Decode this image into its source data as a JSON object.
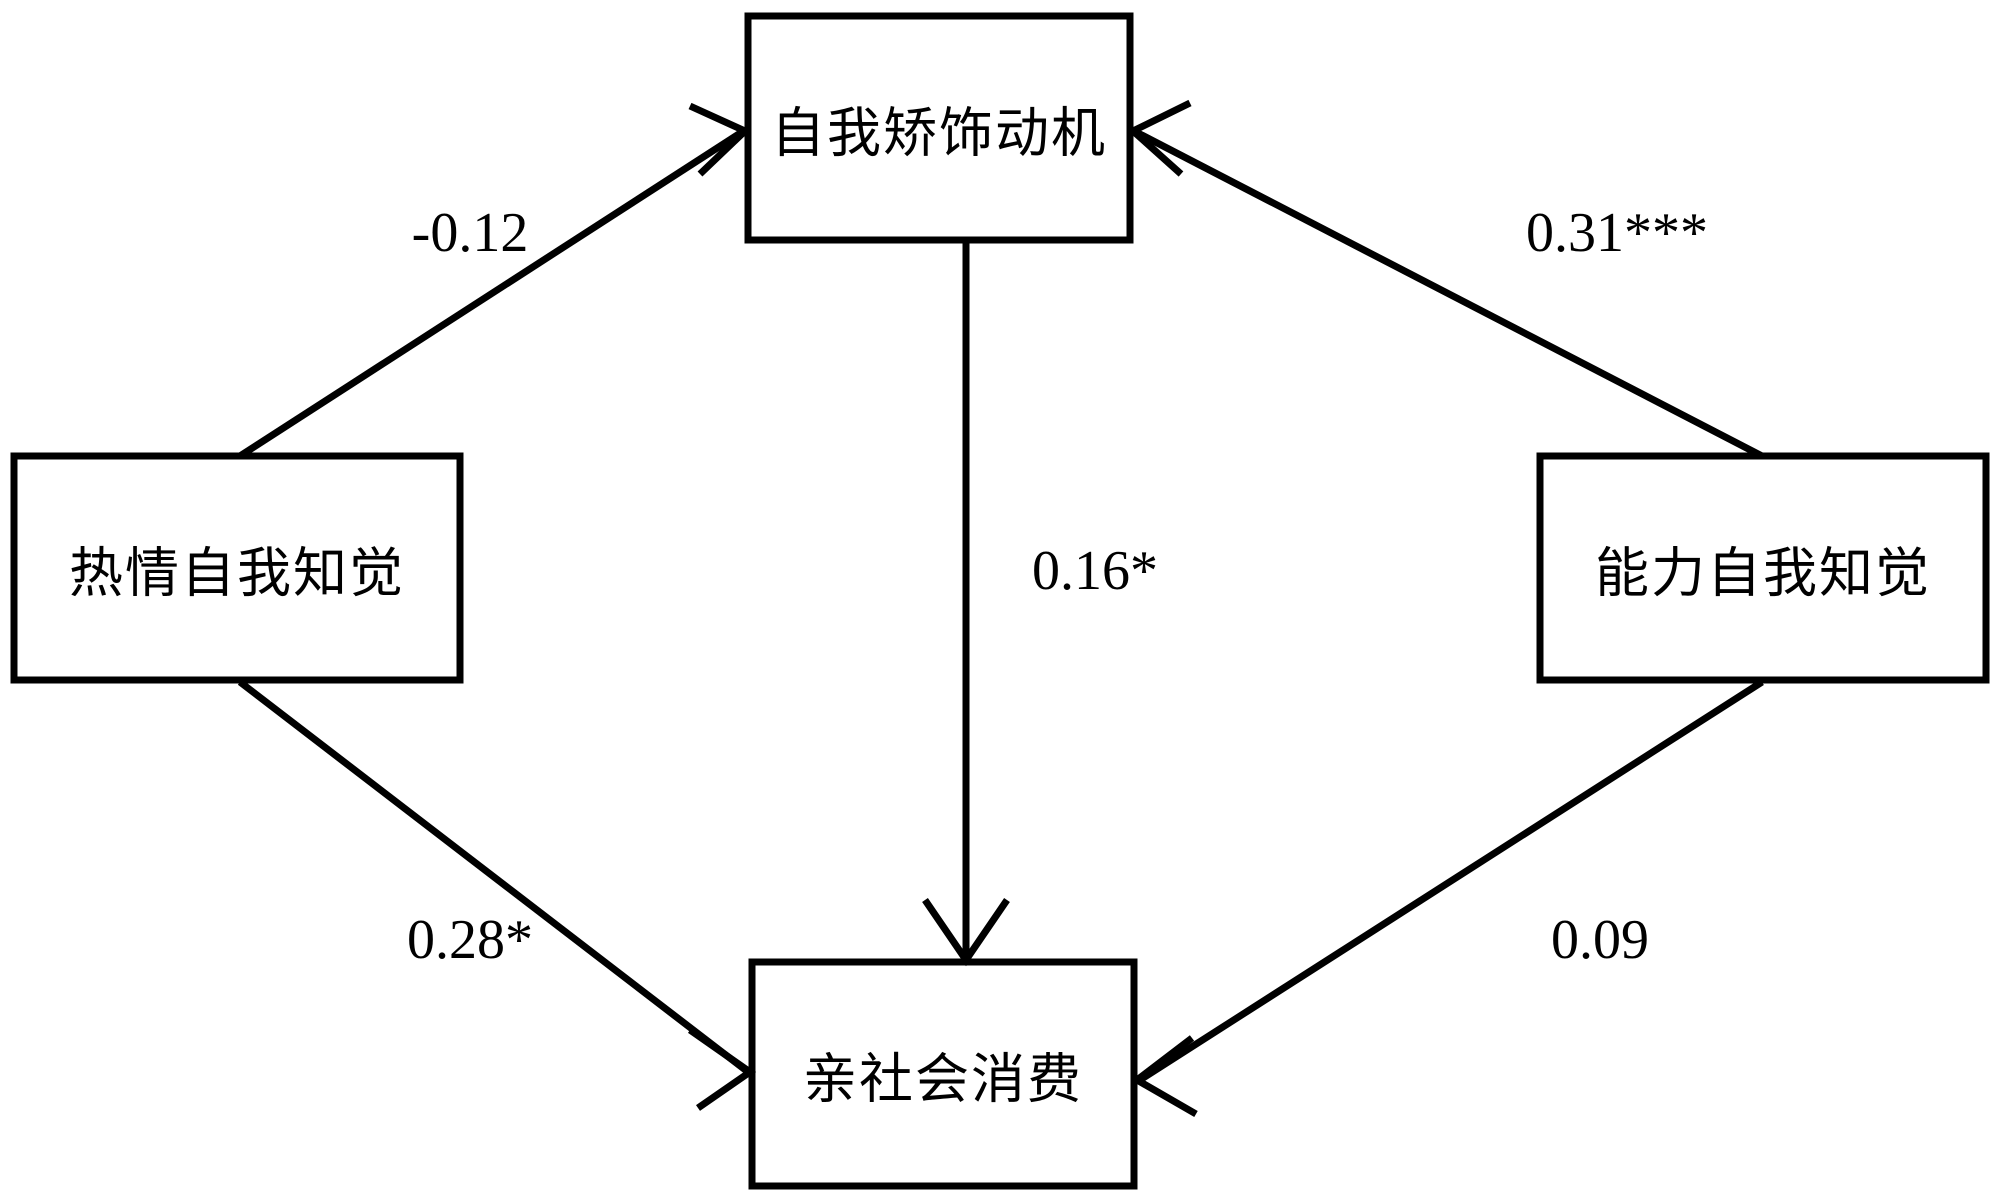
{
  "diagram": {
    "type": "path-model",
    "description": "Structural equation / path analysis model diagram with four rectangular constructs and six directed paths labelled with standardized coefficients.",
    "nodes": [
      {
        "id": "self-presentation-motivation",
        "label": "自我矫饰动机",
        "position": "top"
      },
      {
        "id": "warmth-self-perception",
        "label": "热情自我知觉",
        "position": "left"
      },
      {
        "id": "competence-self-perception",
        "label": "能力自我知觉",
        "position": "right"
      },
      {
        "id": "prosocial-consumption",
        "label": "亲社会消费",
        "position": "bottom"
      }
    ],
    "paths": [
      {
        "id": "warmth-to-motivation",
        "from": "warmth-self-perception",
        "to": "self-presentation-motivation",
        "coefficient": "-0.12",
        "significance": "",
        "value": -0.12
      },
      {
        "id": "competence-to-motivation",
        "from": "competence-self-perception",
        "to": "self-presentation-motivation",
        "coefficient": "0.31***",
        "significance": "***",
        "value": 0.31
      },
      {
        "id": "motivation-to-prosocial",
        "from": "self-presentation-motivation",
        "to": "prosocial-consumption",
        "coefficient": "0.16*",
        "significance": "*",
        "value": 0.16
      },
      {
        "id": "warmth-to-prosocial",
        "from": "warmth-self-perception",
        "to": "prosocial-consumption",
        "coefficient": "0.28*",
        "significance": "*",
        "value": 0.28
      },
      {
        "id": "competence-to-prosocial",
        "from": "competence-self-perception",
        "to": "prosocial-consumption",
        "coefficient": "0.09",
        "significance": "",
        "value": 0.09
      }
    ],
    "labels": {
      "warmth_to_motivation": "-0.12",
      "competence_to_motivation": "0.31***",
      "motivation_to_prosocial": "0.16*",
      "warmth_to_prosocial": "0.28*",
      "competence_to_prosocial": "0.09"
    },
    "colors": {
      "background": "#ffffff",
      "stroke": "#000000",
      "text": "#000000",
      "box_fill": "#ffffff"
    }
  }
}
